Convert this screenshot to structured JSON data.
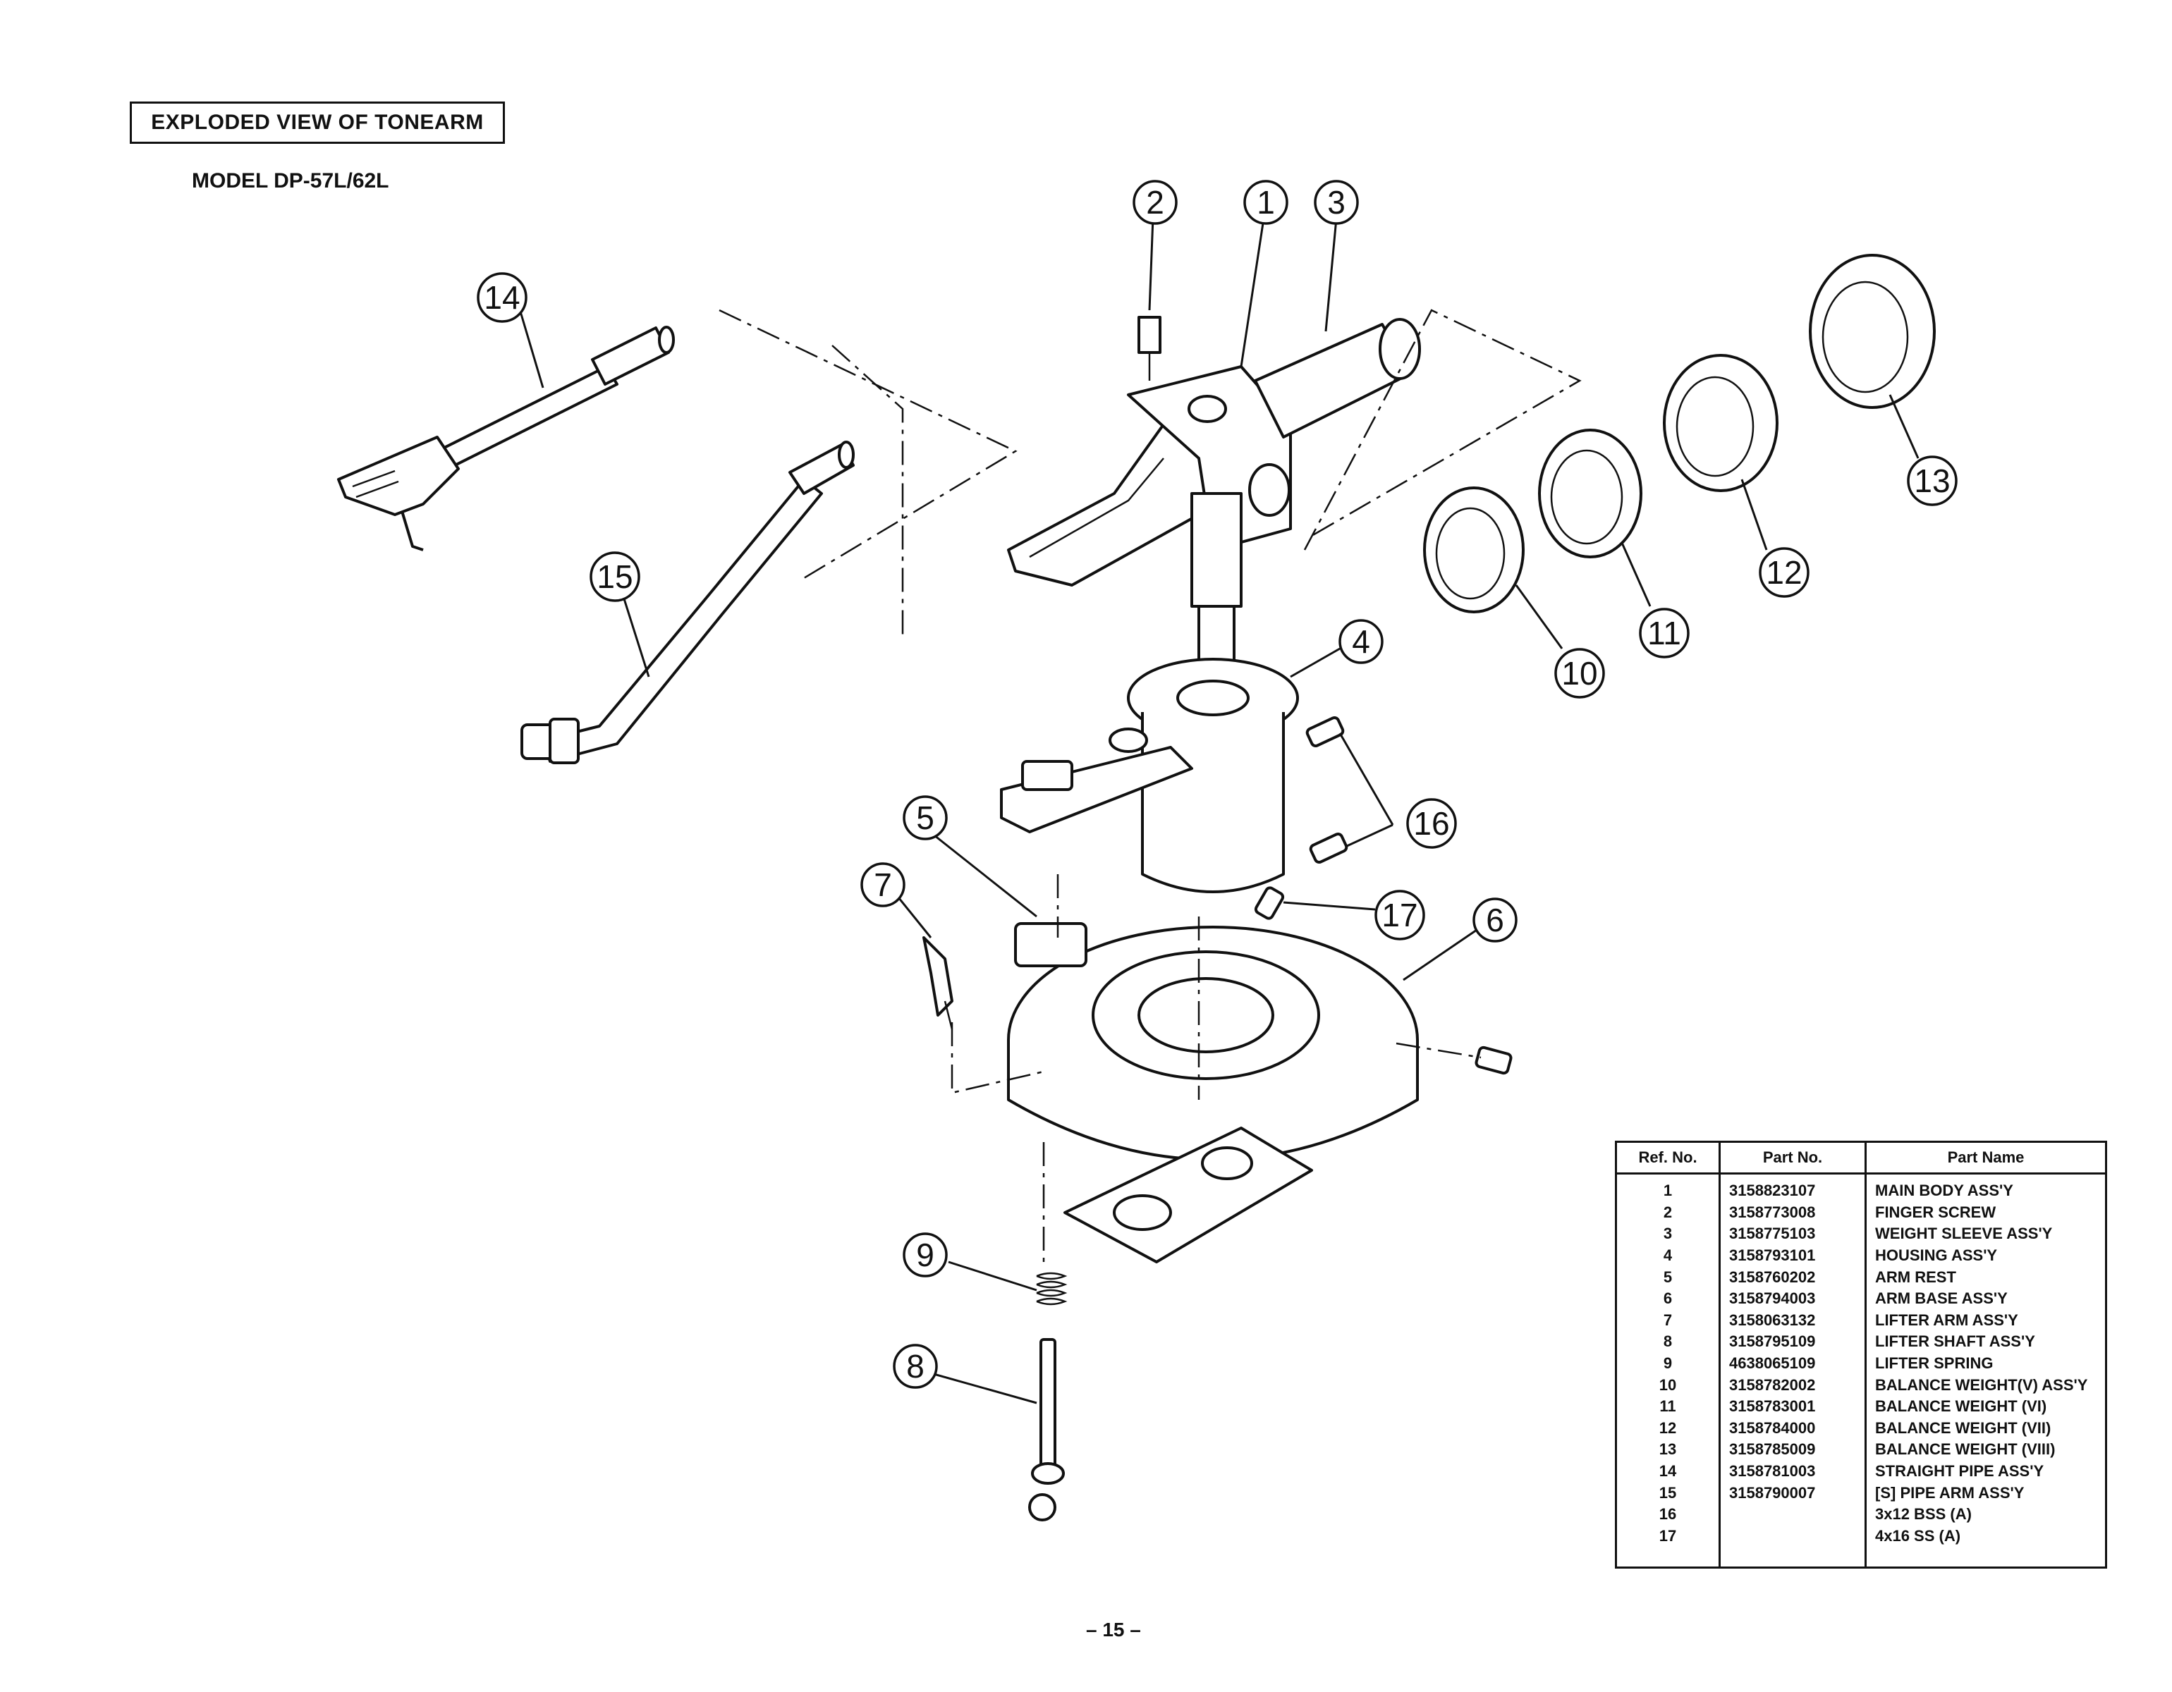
{
  "header": {
    "title": "EXPLODED VIEW OF TONEARM",
    "model": "MODEL DP-57L/62L"
  },
  "callouts": [
    {
      "ref": "1"
    },
    {
      "ref": "2"
    },
    {
      "ref": "3"
    },
    {
      "ref": "4"
    },
    {
      "ref": "5"
    },
    {
      "ref": "6"
    },
    {
      "ref": "7"
    },
    {
      "ref": "8"
    },
    {
      "ref": "9"
    },
    {
      "ref": "10"
    },
    {
      "ref": "11"
    },
    {
      "ref": "12"
    },
    {
      "ref": "13"
    },
    {
      "ref": "14"
    },
    {
      "ref": "15"
    },
    {
      "ref": "16"
    },
    {
      "ref": "17"
    }
  ],
  "parts_table": {
    "headers": [
      "Ref. No.",
      "Part No.",
      "Part Name"
    ],
    "rows": [
      {
        "ref": "1",
        "part_no": "3158823107",
        "name": "MAIN BODY ASS'Y"
      },
      {
        "ref": "2",
        "part_no": "3158773008",
        "name": "FINGER SCREW"
      },
      {
        "ref": "3",
        "part_no": "3158775103",
        "name": "WEIGHT SLEEVE ASS'Y"
      },
      {
        "ref": "4",
        "part_no": "3158793101",
        "name": "HOUSING ASS'Y"
      },
      {
        "ref": "5",
        "part_no": "3158760202",
        "name": "ARM REST"
      },
      {
        "ref": "6",
        "part_no": "3158794003",
        "name": "ARM BASE ASS'Y"
      },
      {
        "ref": "7",
        "part_no": "3158063132",
        "name": "LIFTER ARM ASS'Y"
      },
      {
        "ref": "8",
        "part_no": "3158795109",
        "name": "LIFTER SHAFT ASS'Y"
      },
      {
        "ref": "9",
        "part_no": "4638065109",
        "name": "LIFTER SPRING"
      },
      {
        "ref": "10",
        "part_no": "3158782002",
        "name": "BALANCE WEIGHT(V) ASS'Y"
      },
      {
        "ref": "11",
        "part_no": "3158783001",
        "name": "BALANCE WEIGHT (VI)"
      },
      {
        "ref": "12",
        "part_no": "3158784000",
        "name": "BALANCE WEIGHT (VII)"
      },
      {
        "ref": "13",
        "part_no": "3158785009",
        "name": "BALANCE WEIGHT (VIII)"
      },
      {
        "ref": "14",
        "part_no": "3158781003",
        "name": "STRAIGHT PIPE ASS'Y"
      },
      {
        "ref": "15",
        "part_no": "3158790007",
        "name": "[S] PIPE ARM ASS'Y"
      },
      {
        "ref": "16",
        "part_no": "",
        "name": "3x12 BSS (A)"
      },
      {
        "ref": "17",
        "part_no": "",
        "name": "4x16 SS (A)"
      }
    ]
  },
  "footer": {
    "page": "– 15 –"
  }
}
